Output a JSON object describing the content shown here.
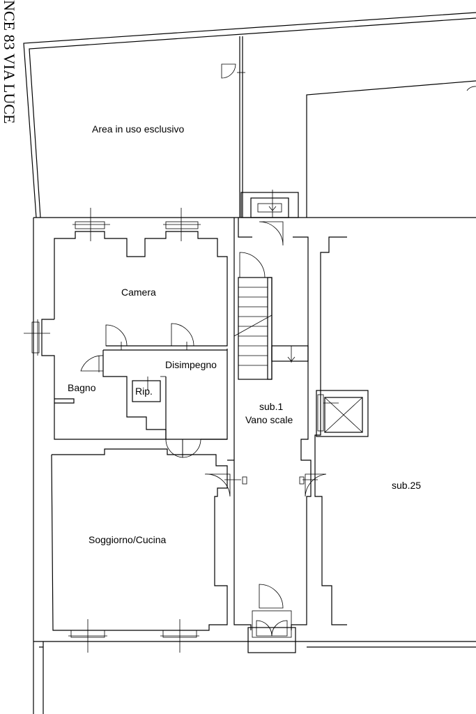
{
  "side_text": "NCE 83 VIA LUCE",
  "rooms": {
    "area_esclusiva": "Area in uso esclusivo",
    "camera": "Camera",
    "disimpegno": "Disimpegno",
    "bagno": "Bagno",
    "ripostiglio": "Rip.",
    "vano_scale_sub": "sub.1",
    "vano_scale": "Vano scale",
    "sub25": "sub.25",
    "soggiorno": "Soggiorno/Cucina"
  }
}
